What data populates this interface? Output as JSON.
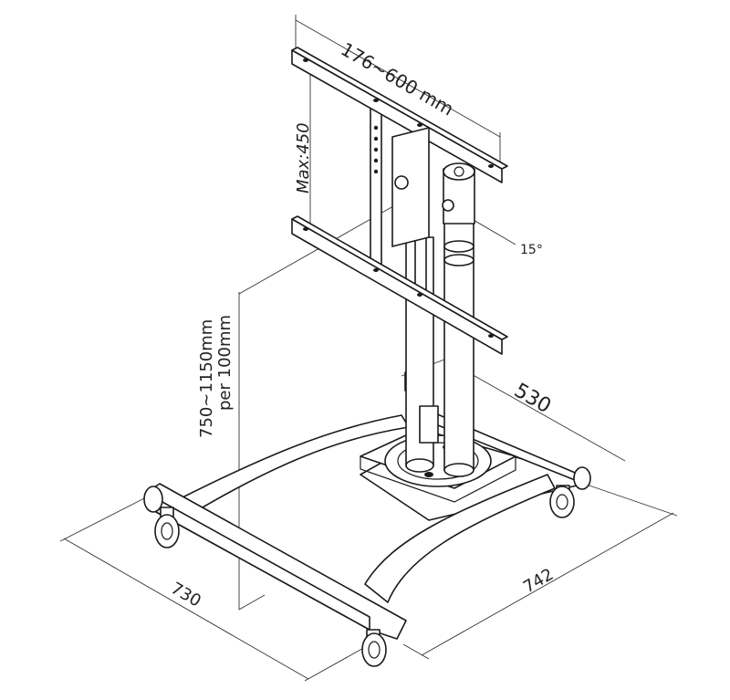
{
  "diagram": {
    "labels": {
      "vesa_width": "176~600 mm",
      "vesa_height": "Max:450",
      "tilt": "15°",
      "height_range_line1": "750~1150mm",
      "height_range_line2": "per 100mm",
      "depth_inner": "530",
      "depth_outer": "742",
      "width": "730"
    },
    "colors": {
      "line": "#1a1a1a",
      "background": "#ffffff"
    }
  }
}
